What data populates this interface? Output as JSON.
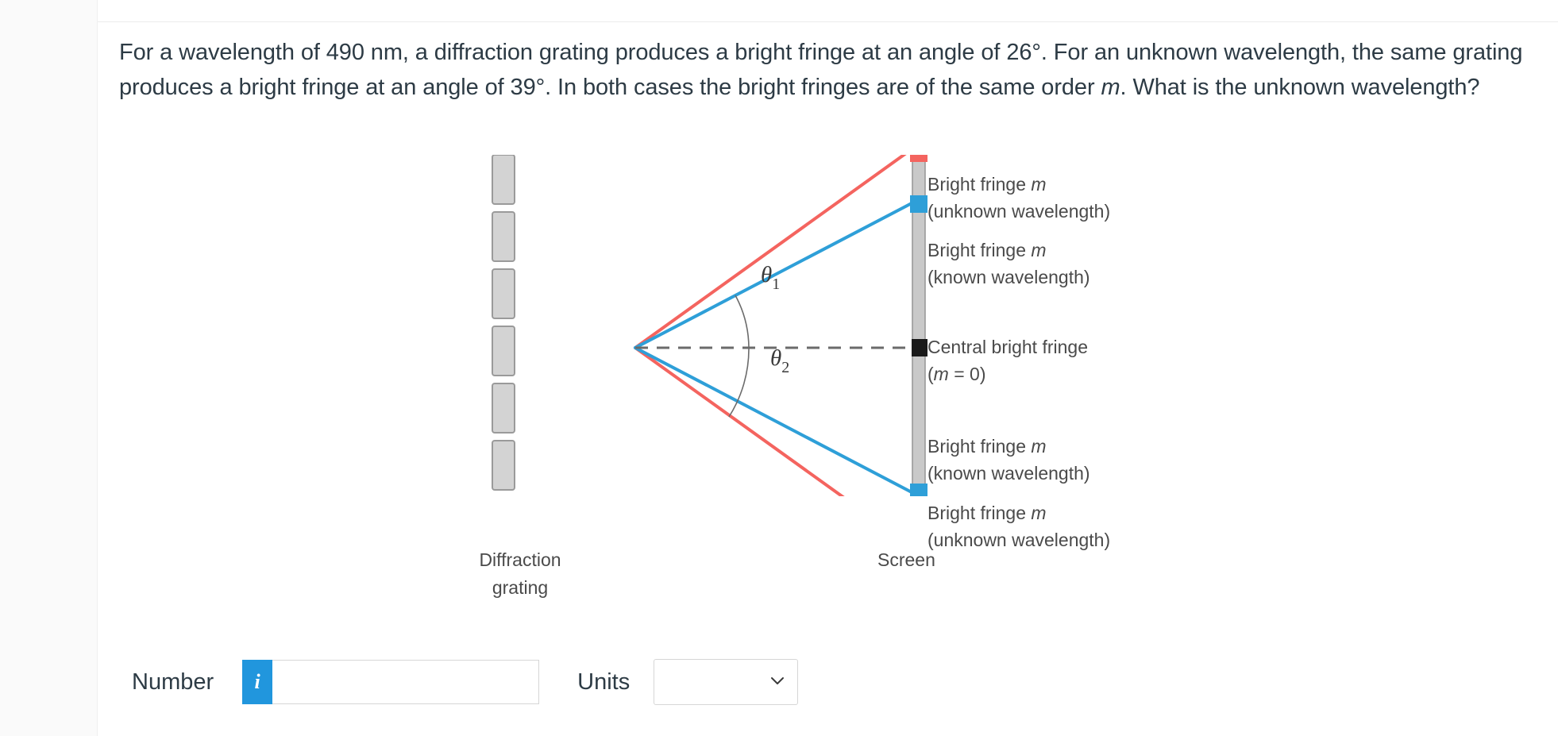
{
  "question": {
    "text_parts": [
      {
        "t": "For a wavelength of 490 nm, a diffraction grating produces a bright fringe at an angle of 26°. For an unknown wavelength, the same grating produces a bright fringe at an angle of 39°. In both cases the bright fringes are of the same order ",
        "i": false
      },
      {
        "t": "m",
        "i": true
      },
      {
        "t": ". What is the unknown wavelength?",
        "i": false
      }
    ],
    "full_text": "For a wavelength of 490 nm, a diffraction grating produces a bright fringe at an angle of 26°. For an unknown wavelength, the same grating produces a bright fringe at an angle of 39°. In both cases the bright fringes are of the same order m. What is the unknown wavelength?",
    "known_wavelength_nm": 490,
    "angle_known_deg": 26,
    "angle_unknown_deg": 39
  },
  "figure": {
    "grating_label_line1": "Diffraction",
    "grating_label_line2": "grating",
    "screen_label": "Screen",
    "angle_labels": {
      "theta1": "θ",
      "theta1_sub": "1",
      "theta2": "θ",
      "theta2_sub": "2"
    },
    "central_label_line1": "Central bright fringe",
    "central_label_line2_pre": "(",
    "central_label_line2_m": "m",
    "central_label_line2_post": " = 0)",
    "fringes": [
      {
        "id": "top-unknown",
        "line1_pre": "Bright fringe ",
        "line1_m": "m",
        "line2": "(unknown wavelength)",
        "color": "#f4645f"
      },
      {
        "id": "top-known",
        "line1_pre": "Bright fringe ",
        "line1_m": "m",
        "line2": "(known wavelength)",
        "color": "#2e9fd8"
      },
      {
        "id": "bottom-known",
        "line1_pre": "Bright fringe ",
        "line1_m": "m",
        "line2": "(known wavelength)",
        "color": "#2e9fd8"
      },
      {
        "id": "bottom-unknown",
        "line1_pre": "Bright fringe ",
        "line1_m": "m",
        "line2": "(unknown wavelength)",
        "color": "#f4645f"
      }
    ],
    "slit_count": 6,
    "colors": {
      "red_ray": "#f4645f",
      "blue_ray": "#2e9fd8",
      "slit_fill": "#d3d3d3",
      "slit_border": "#9a9a9a",
      "screen_fill": "#c9c9c9",
      "screen_border": "#9a9a9a",
      "axis_dash": "#6b6b6b",
      "central_marker": "#1a1a1a"
    }
  },
  "answer": {
    "number_label": "Number",
    "number_value": "",
    "number_placeholder": "",
    "info_icon_text": "i",
    "units_label": "Units",
    "units_value": "",
    "units_options": []
  },
  "theme": {
    "text_color": "#2d3b45",
    "accent_blue": "#2196dd",
    "gutter_bg": "#fafafa",
    "divider": "#ececec"
  }
}
